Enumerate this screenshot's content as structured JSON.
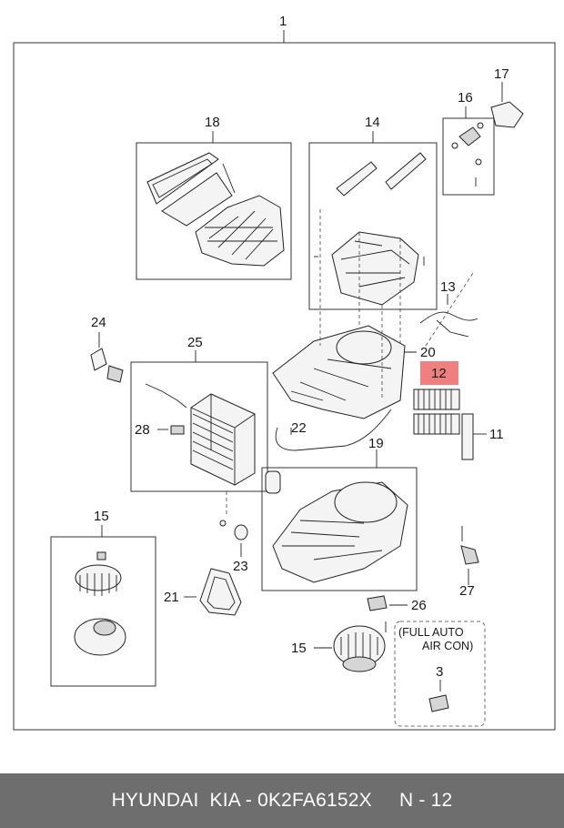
{
  "diagram": {
    "callouts": {
      "main_assembly": "1",
      "p18": "18",
      "p14": "14",
      "p16": "16",
      "p17": "17",
      "p13": "13",
      "p24": "24",
      "p25": "25",
      "p20": "20",
      "p12": "12",
      "p11": "11",
      "p22": "22",
      "p28": "28",
      "p19": "19",
      "p15_left": "15",
      "p23": "23",
      "p21": "21",
      "p26": "26",
      "p27": "27",
      "p15_bottom": "15",
      "p3": "3"
    },
    "note_line1": "(FULL AUTO",
    "note_line2": "AIR CON)",
    "highlight_color": "#f08080"
  },
  "footer": {
    "text": "HYUNDAI  KIA - 0K2FA6152X     N - 12",
    "background": "#6e6e6e"
  }
}
